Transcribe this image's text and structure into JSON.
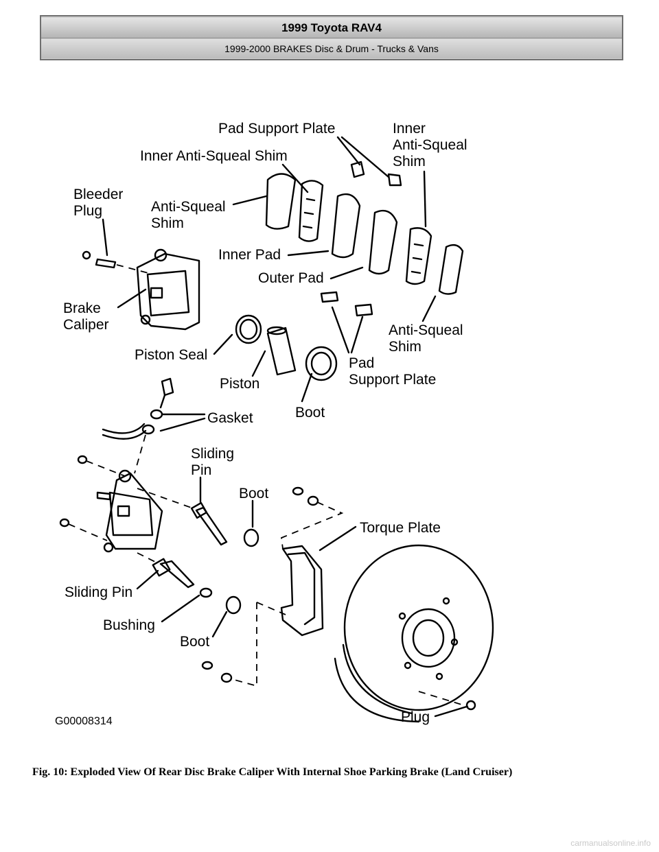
{
  "header": {
    "title": "1999 Toyota RAV4",
    "subtitle": "1999-2000 BRAKES Disc & Drum - Trucks & Vans"
  },
  "figure": {
    "labels": {
      "pad_support_plate_top": "Pad Support Plate",
      "inner_anti_squeal_shim_top_1": "Inner",
      "inner_anti_squeal_shim_top_2": "Anti-Squeal",
      "inner_anti_squeal_shim_top_3": "Shim",
      "inner_anti_squeal_shim_left": "Inner Anti-Squeal Shim",
      "bleeder_plug_1": "Bleeder",
      "bleeder_plug_2": "Plug",
      "anti_squeal_shim_left_1": "Anti-Squeal",
      "anti_squeal_shim_left_2": "Shim",
      "inner_pad": "Inner Pad",
      "outer_pad": "Outer Pad",
      "brake_caliper_1": "Brake",
      "brake_caliper_2": "Caliper",
      "anti_squeal_shim_right_1": "Anti-Squeal",
      "anti_squeal_shim_right_2": "Shim",
      "piston_seal": "Piston Seal",
      "pad_support_plate_bottom_1": "Pad",
      "pad_support_plate_bottom_2": "Support Plate",
      "piston": "Piston",
      "boot_upper": "Boot",
      "gasket": "Gasket",
      "sliding_pin_top_1": "Sliding",
      "sliding_pin_top_2": "Pin",
      "boot_middle": "Boot",
      "torque_plate": "Torque Plate",
      "sliding_pin_bottom": "Sliding Pin",
      "bushing": "Bushing",
      "boot_lower": "Boot",
      "plug": "Plug",
      "figure_id": "G00008314"
    }
  },
  "caption": "Fig. 10: Exploded View Of Rear Disc Brake Caliper With Internal Shoe Parking Brake (Land Cruiser)",
  "watermark": "carmanualsonline.info"
}
